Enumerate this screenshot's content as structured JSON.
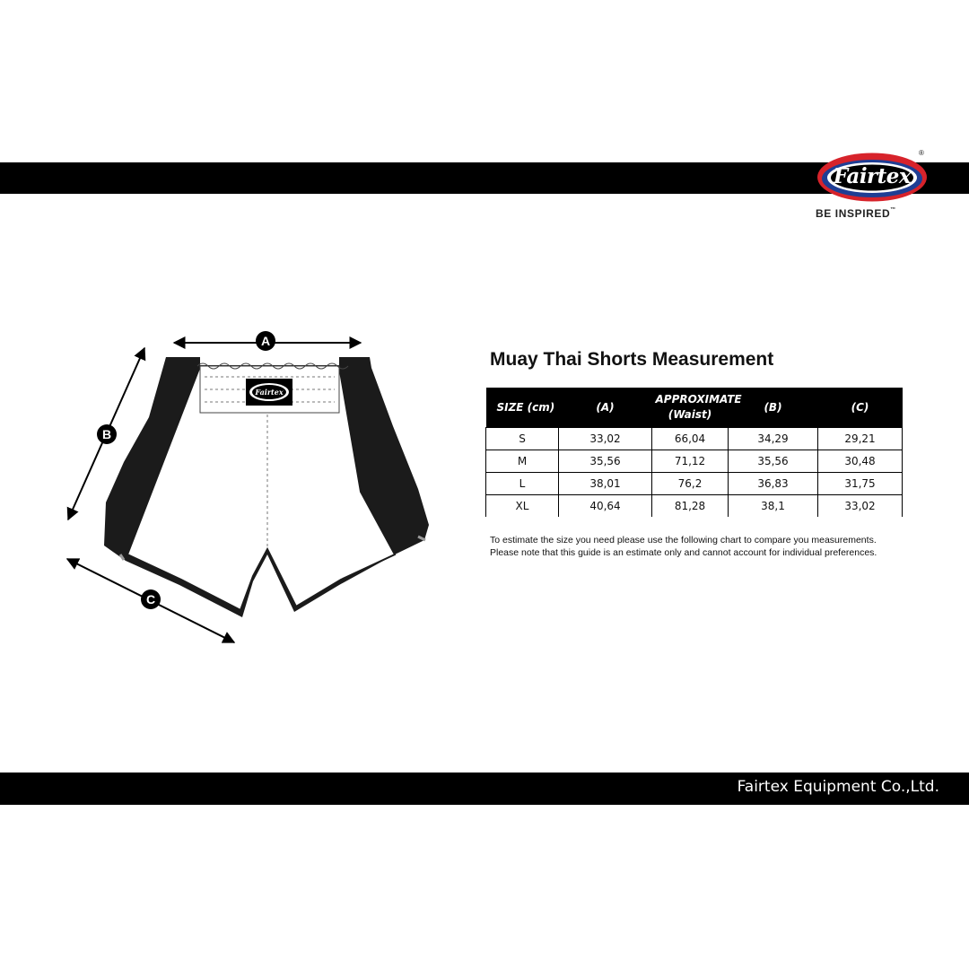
{
  "brand": {
    "logo_text": "Fairtex",
    "registered_mark": "®",
    "tagline": "BE INSPIRED",
    "trademark": "™",
    "company": "Fairtex Equipment Co.,Ltd."
  },
  "diagram": {
    "labels": {
      "a": "A",
      "b": "B",
      "c": "C"
    },
    "waistband_logo": "Fairtex"
  },
  "title": "Muay Thai Shorts Measurement",
  "table": {
    "headers": {
      "size": "SIZE (cm)",
      "a": "(A)",
      "approx_line1": "APPROXIMATE",
      "approx_line2": "(Waist)",
      "b": "(B)",
      "c": "(C)"
    },
    "rows": [
      {
        "size": "S",
        "a": "33,02",
        "waist": "66,04",
        "b": "34,29",
        "c": "29,21"
      },
      {
        "size": "M",
        "a": "35,56",
        "waist": "71,12",
        "b": "35,56",
        "c": "30,48"
      },
      {
        "size": "L",
        "a": "38,01",
        "waist": "76,2",
        "b": "36,83",
        "c": "31,75"
      },
      {
        "size": "XL",
        "a": "40,64",
        "waist": "81,28",
        "b": "38,1",
        "c": "33,02"
      }
    ]
  },
  "notes": {
    "line1": "To estimate the size you need please use the following chart to compare you measurements.",
    "line2": "Please note that this guide is an estimate only and cannot account for individual preferences."
  },
  "colors": {
    "band": "#000000",
    "logo_red": "#d7232b",
    "logo_blue": "#1f3e94",
    "shorts_black": "#1b1b1b"
  }
}
